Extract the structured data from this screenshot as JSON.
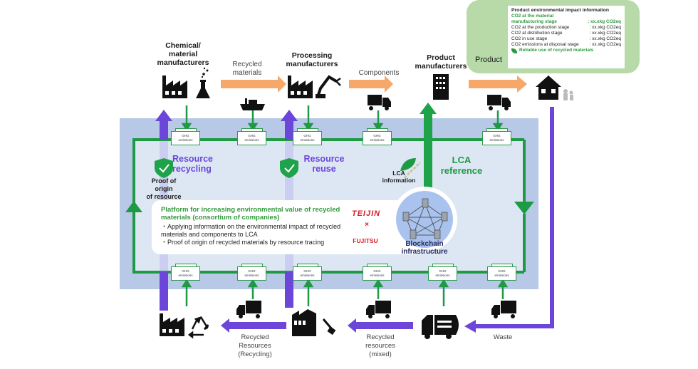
{
  "colors": {
    "green": "#1e9a44",
    "purple": "#6b46d9",
    "orange": "#f6a86b",
    "panel_blue": "#b7c9e6",
    "panel_light": "#dde7f4",
    "product_panel": "#b8d9a8"
  },
  "top_flow": {
    "chemical": "Chemical/\nmaterial\nmanufacturers",
    "recycled_materials": "Recycled\nmaterials",
    "processing": "Processing\nmanufacturers",
    "components": "Components",
    "product_manufacturers": "Product\nmanufacturers"
  },
  "product_panel": {
    "product_label": "Product",
    "title": "Product environmental impact information",
    "rows": [
      {
        "label": "CO2 at the material manufacturing stage",
        "value": ": xx.xkg CO2eq",
        "highlight": true
      },
      {
        "label": "CO2 at the production stage",
        "value": ": xx.xkg CO2eq",
        "highlight": false
      },
      {
        "label": "CO2 at distribution stage",
        "value": ": xx.xkg CO2eq",
        "highlight": false
      },
      {
        "label": "CO2 in use stage",
        "value": ": xx.xkg CO2eq",
        "highlight": false
      },
      {
        "label": "CO2 emissions at disposal stage",
        "value": ": xx.xkg CO2eq",
        "highlight": false
      }
    ],
    "footer": "Reliable use of recycled materials"
  },
  "middle": {
    "resource_recycling": "Resource\nrecycling",
    "resource_reuse": "Resource\nreuse",
    "proof_of_origin": "Proof of\norigin\nof resource",
    "lca_information": "LCA\ninformation",
    "lca_reference": "LCA\nreference",
    "ghg_label": "GHG\nemissions"
  },
  "platform": {
    "title": "Platform for increasing environmental value of recycled materials (consortium of companies)",
    "bullets": [
      "・Applying information on the environmental impact of recycled materials and components to LCA",
      "・Proof of origin of recycled materials by resource tracing"
    ],
    "partner1": "TEIJIN",
    "times": "×",
    "partner2": "FUJITSU",
    "blockchain": "Blockchain\ninfrastructure"
  },
  "bottom_flow": {
    "recycled_resources_recycling": "Recycled\nResources\n(Recycling)",
    "recycled_resources_mixed": "Recycled\nresources\n(mixed)",
    "waste": "Waste"
  }
}
